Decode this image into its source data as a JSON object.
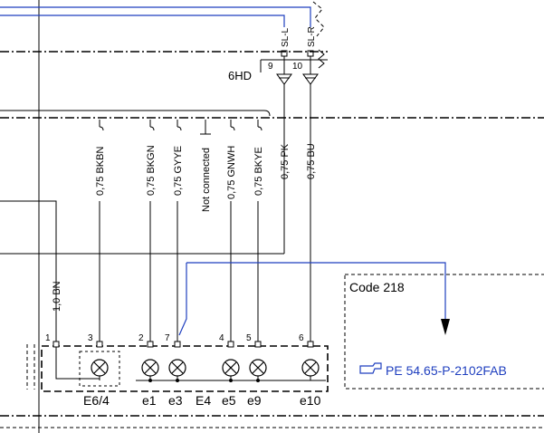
{
  "switch_pins": {
    "left": "SL-L",
    "right": "SL-R",
    "pin_left": "9",
    "pin_right": "10"
  },
  "connector_label": "6HD",
  "wires": [
    {
      "id": "w-bkbn",
      "label": "0,75 BKBN"
    },
    {
      "id": "w-bkgn",
      "label": "0,75 BKGN"
    },
    {
      "id": "w-gyye",
      "label": "0,75 GYYE"
    },
    {
      "id": "w-nc",
      "label": "Not connected"
    },
    {
      "id": "w-gnwh",
      "label": "0,75 GNWH"
    },
    {
      "id": "w-bkye",
      "label": "0,75 BKYE"
    },
    {
      "id": "w-pk",
      "label": "0,75 PK"
    },
    {
      "id": "w-bu",
      "label": "0,75 BU"
    },
    {
      "id": "w-bn",
      "label": "1,0 BN"
    }
  ],
  "pins": [
    "1",
    "3",
    "2",
    "7",
    "4",
    "5",
    "6"
  ],
  "components": {
    "e64": "E6/4",
    "e1": "e1",
    "e3": "e3",
    "e4": "E4",
    "e5": "e5",
    "e9": "e9",
    "e10": "e10"
  },
  "code_box": {
    "title": "Code 218",
    "reference": "PE 54.65-P-2102FAB"
  }
}
